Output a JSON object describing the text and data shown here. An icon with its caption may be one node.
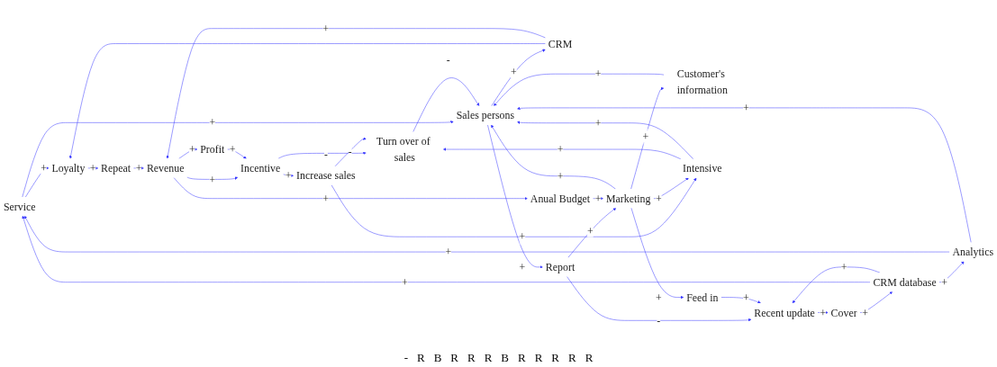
{
  "diagram": {
    "nodes": [
      {
        "text": [
          "Service"
        ]
      },
      {
        "text": [
          "Loyalty"
        ]
      },
      {
        "text": [
          "Repeat"
        ]
      },
      {
        "text": [
          "Analytics"
        ]
      },
      {
        "text": [
          "CRM"
        ]
      },
      {
        "text": [
          "Revenue"
        ]
      },
      {
        "text": [
          "Sales persons"
        ]
      },
      {
        "text": [
          "Profit"
        ]
      },
      {
        "text": [
          "Report"
        ]
      },
      {
        "text": [
          "CRM database"
        ]
      },
      {
        "text": [
          "Turn over of sales"
        ]
      },
      {
        "text": [
          "Incentive"
        ]
      },
      {
        "text": [
          "Anual Budget"
        ]
      },
      {
        "text": [
          "Customer's information"
        ]
      },
      {
        "text": [
          "Recent update"
        ]
      },
      {
        "text": [
          "Marketing"
        ]
      },
      {
        "text": [
          "Increase sales"
        ]
      },
      {
        "text": [
          "Cover"
        ]
      },
      {
        "text": [
          "Feed in"
        ]
      },
      {
        "text": [
          "Intensive"
        ]
      }
    ],
    "edges": [
      {
        "from": 9,
        "to": 0,
        "arrow": "to",
        "label": "+"
      },
      {
        "from": 9,
        "to": 3,
        "arrow": "to",
        "label": "+"
      },
      {
        "from": 3,
        "to": 0,
        "arrow": "to",
        "label": "+"
      },
      {
        "from": 3,
        "to": 6,
        "arrow": "to",
        "label": "+"
      },
      {
        "from": 0,
        "to": 1,
        "arrow": "to",
        "label": "+"
      },
      {
        "from": 0,
        "to": 6,
        "arrow": "to",
        "label": "+"
      },
      {
        "from": 1,
        "to": 2,
        "arrow": "to",
        "label": "+"
      },
      {
        "from": 2,
        "to": 5,
        "arrow": "to",
        "label": "+"
      },
      {
        "from": 4,
        "to": 1,
        "arrow": "to"
      },
      {
        "from": 6,
        "to": 4,
        "arrow": "to",
        "label": "+"
      },
      {
        "from": 4,
        "to": 5,
        "arrow": "to",
        "label": "+"
      },
      {
        "from": 5,
        "to": 7,
        "arrow": "to",
        "label": "+"
      },
      {
        "from": 5,
        "to": 11,
        "arrow": "to",
        "label": "+"
      },
      {
        "from": 5,
        "to": 12,
        "arrow": "to",
        "label": "+"
      },
      {
        "from": 7,
        "to": 11,
        "arrow": "to",
        "label": "+"
      },
      {
        "from": 6,
        "to": 8,
        "arrow": "to",
        "label": "+"
      },
      {
        "from": 8,
        "to": 14,
        "arrow": "to",
        "label": "-"
      },
      {
        "from": 8,
        "to": 15,
        "arrow": "to",
        "label": "+"
      },
      {
        "from": 9,
        "to": 14,
        "arrow": "to",
        "label": "+"
      },
      {
        "from": 14,
        "to": 17,
        "arrow": "to",
        "label": "+"
      },
      {
        "from": 17,
        "to": 9,
        "arrow": "to",
        "label": "+"
      },
      {
        "from": 11,
        "to": 10,
        "arrow": "to",
        "label": "-"
      },
      {
        "from": 10,
        "to": 6,
        "arrow": "to",
        "label": "-"
      },
      {
        "from": 11,
        "to": 16,
        "arrow": "to",
        "label": "+"
      },
      {
        "from": 16,
        "to": 10,
        "arrow": "to",
        "label": "-"
      },
      {
        "from": 16,
        "to": 19,
        "arrow": "to",
        "label": "+"
      },
      {
        "from": 19,
        "to": 10,
        "arrow": "to",
        "label": "+"
      },
      {
        "from": 19,
        "to": 6,
        "arrow": "to",
        "label": "+"
      },
      {
        "from": 15,
        "to": 19,
        "arrow": "to",
        "label": "+"
      },
      {
        "from": 15,
        "to": 18,
        "arrow": "to",
        "label": "+"
      },
      {
        "from": 18,
        "to": 14,
        "arrow": "to",
        "label": "+"
      },
      {
        "from": 15,
        "to": 13,
        "arrow": "to",
        "label": "+"
      },
      {
        "from": 13,
        "to": 6,
        "arrow": "to",
        "label": "+"
      },
      {
        "from": 15,
        "to": 6,
        "arrow": "to",
        "label": "+"
      },
      {
        "from": 12,
        "to": 15,
        "arrow": "to",
        "label": "+"
      }
    ],
    "labels": [
      "-",
      "R",
      "B",
      "R",
      "R",
      "R",
      "B",
      "R",
      "R",
      "R",
      "R",
      "R"
    ]
  }
}
